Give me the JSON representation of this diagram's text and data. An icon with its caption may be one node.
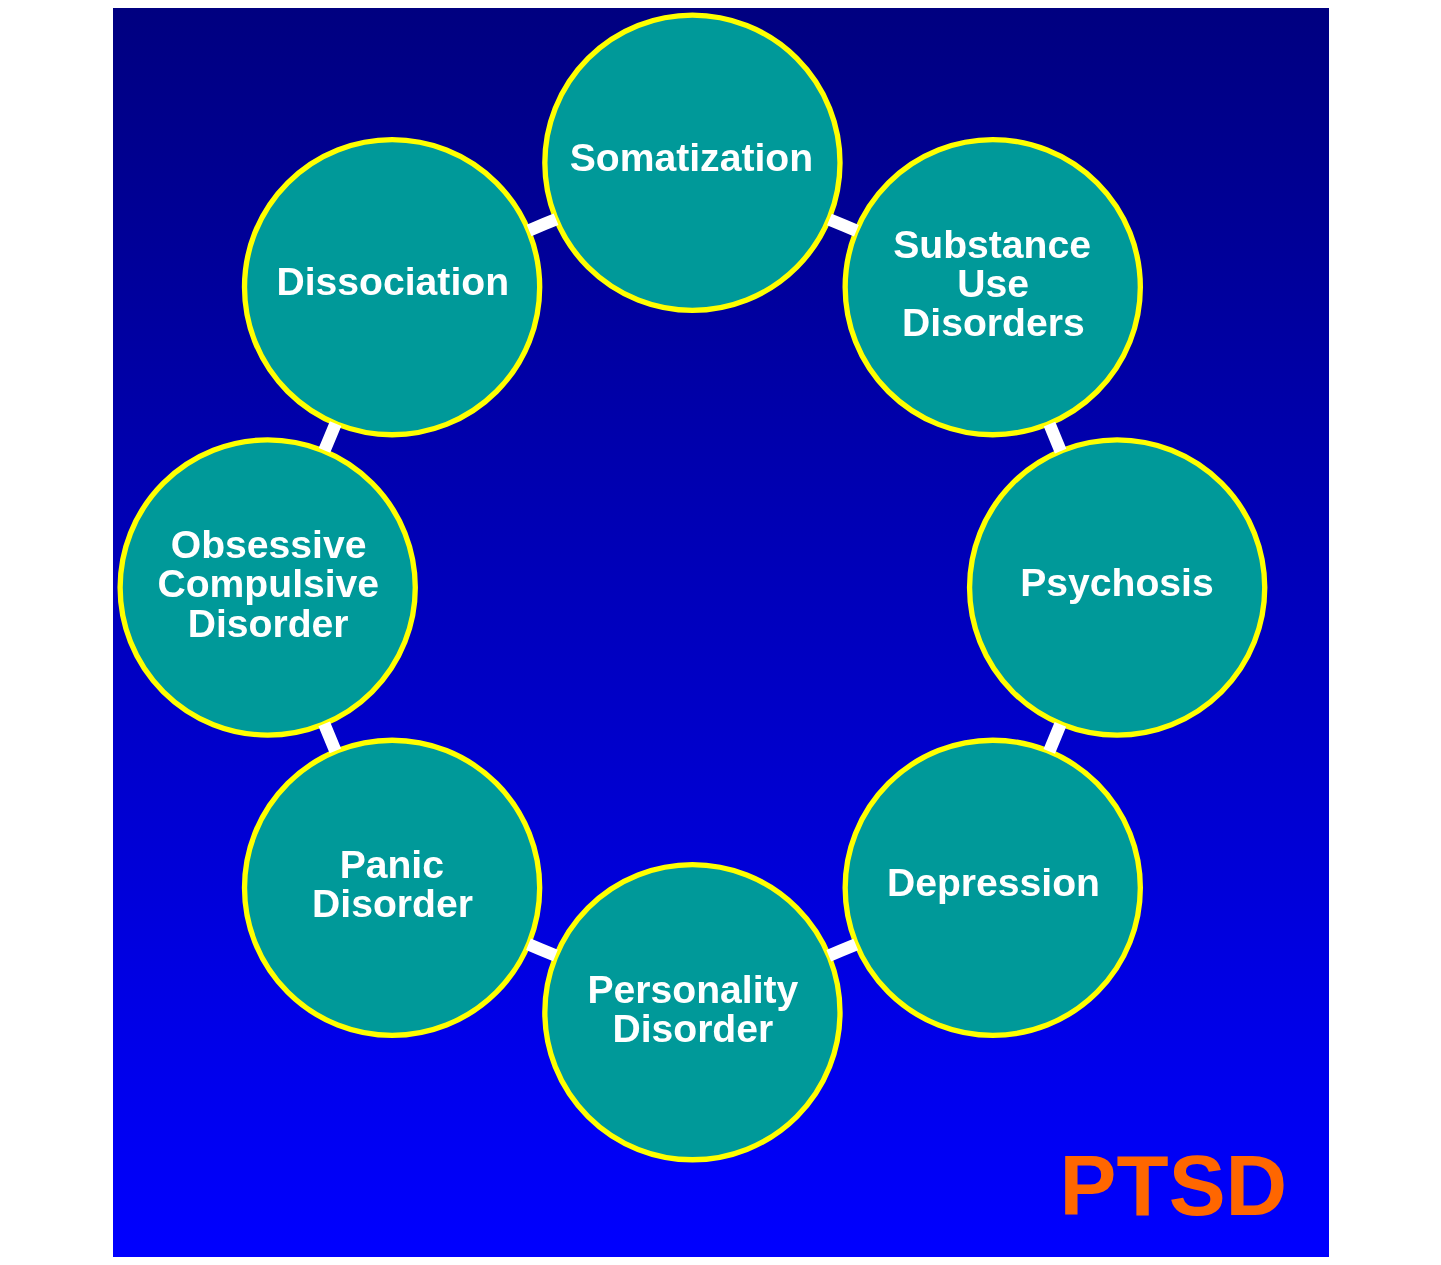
{
  "diagram": {
    "nodes": [
      {
        "text": [
          "Depression"
        ]
      },
      {
        "text": [
          "Personality Disorder"
        ]
      },
      {
        "text": [
          "Panic Disorder"
        ]
      },
      {
        "text": [
          "Obsessive Compulsive Disorder"
        ]
      },
      {
        "text": [
          "Dissociation"
        ]
      },
      {
        "text": [
          "Somatization"
        ]
      },
      {
        "text": [
          "Substance Use Disorders"
        ]
      },
      {
        "text": [
          "Psychosis"
        ]
      }
    ],
    "edges": [
      {
        "from": 0,
        "to": 1,
        "arrow": "none"
      },
      {
        "from": 1,
        "to": 2,
        "arrow": "none"
      },
      {
        "from": 2,
        "to": 3,
        "arrow": "none"
      },
      {
        "from": 3,
        "to": 4,
        "arrow": "none"
      },
      {
        "from": 4,
        "to": 5,
        "arrow": "none"
      },
      {
        "from": 5,
        "to": 6,
        "arrow": "none"
      },
      {
        "from": 6,
        "to": 7,
        "arrow": "none"
      },
      {
        "from": 7,
        "to": 0,
        "arrow": "none"
      }
    ],
    "labels": [
      "PTSD"
    ]
  }
}
